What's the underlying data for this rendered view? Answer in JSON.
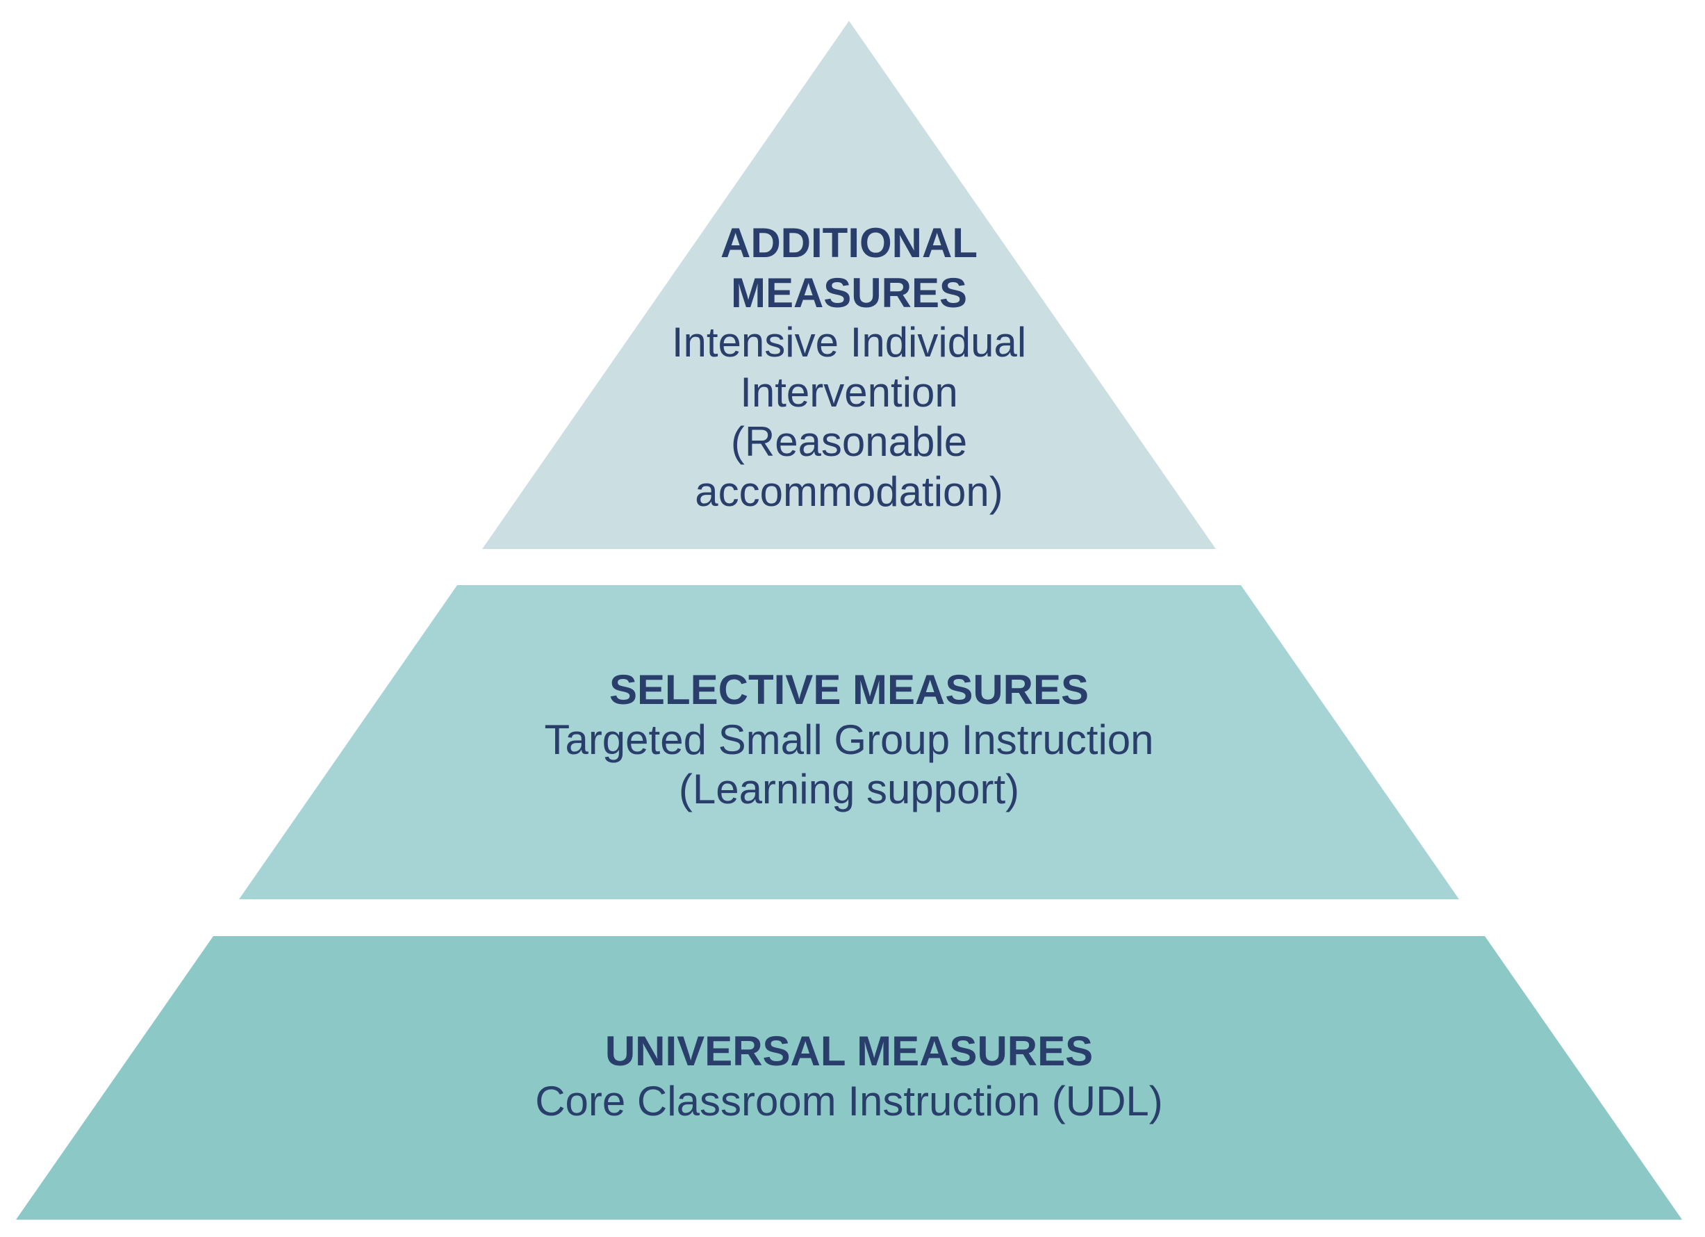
{
  "colors": {
    "background": "#ffffff",
    "text": "#2a3e6c",
    "tier-additional": "#cbdfe3",
    "tier-selective": "#a6d4d5",
    "tier-universal": "#8bc8c6"
  },
  "pyramid": {
    "tiers": [
      {
        "id": "additional-measures",
        "title_lines": [
          "ADDITIONAL",
          "MEASURES"
        ],
        "body_lines": [
          "Intensive Individual",
          "Intervention",
          "(Reasonable",
          "accommodation)"
        ]
      },
      {
        "id": "selective-measures",
        "title_lines": [
          "SELECTIVE MEASURES"
        ],
        "body_lines": [
          "Targeted Small Group Instruction",
          "(Learning support)"
        ]
      },
      {
        "id": "universal-measures",
        "title_lines": [
          "UNIVERSAL MEASURES"
        ],
        "body_lines": [
          "Core Classroom Instruction (UDL)"
        ]
      }
    ]
  }
}
